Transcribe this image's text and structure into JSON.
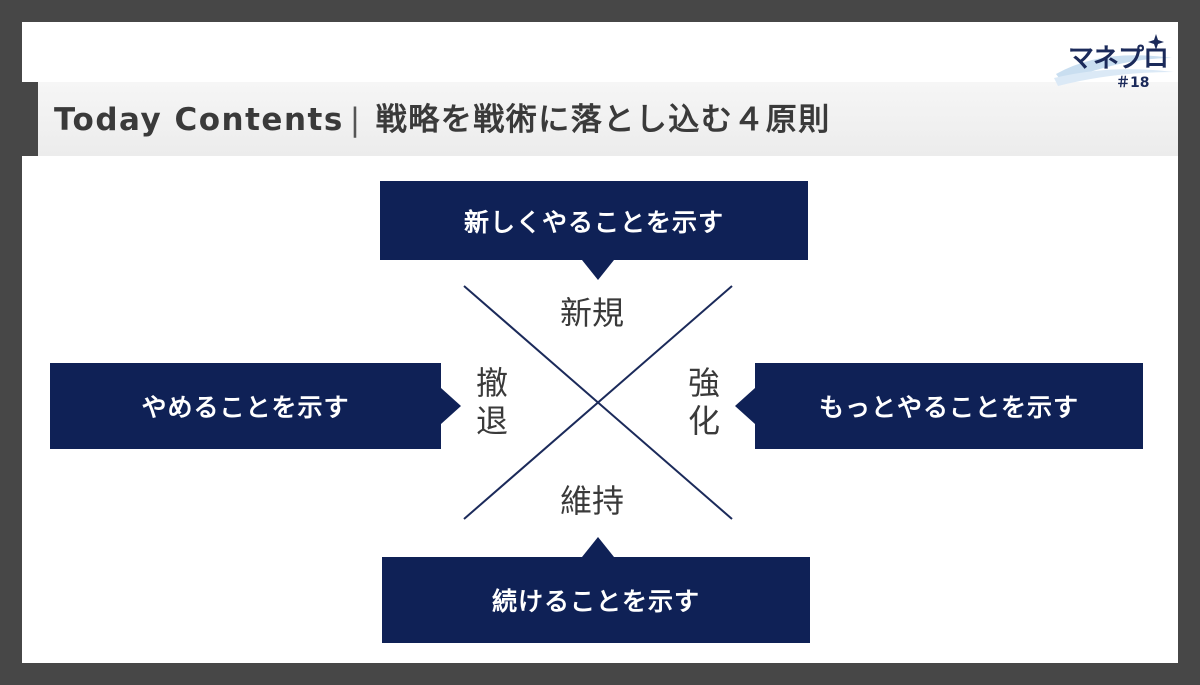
{
  "title": {
    "prefix": "Today Contents",
    "separator": "|",
    "main": "戦略を戦術に落とし込む４原則"
  },
  "logo": {
    "name": "マネプロ",
    "episode": "＃18"
  },
  "diagram": {
    "top": {
      "box": "新しくやることを示す",
      "label": "新規"
    },
    "left": {
      "box": "やめることを示す",
      "label": "撤退"
    },
    "right": {
      "box": "もっとやることを示す",
      "label": "強化"
    },
    "bottom": {
      "box": "続けることを示す",
      "label": "維持"
    }
  },
  "colors": {
    "box": "#0f2156",
    "line": "#1b2a5a",
    "frame": "#474747"
  }
}
